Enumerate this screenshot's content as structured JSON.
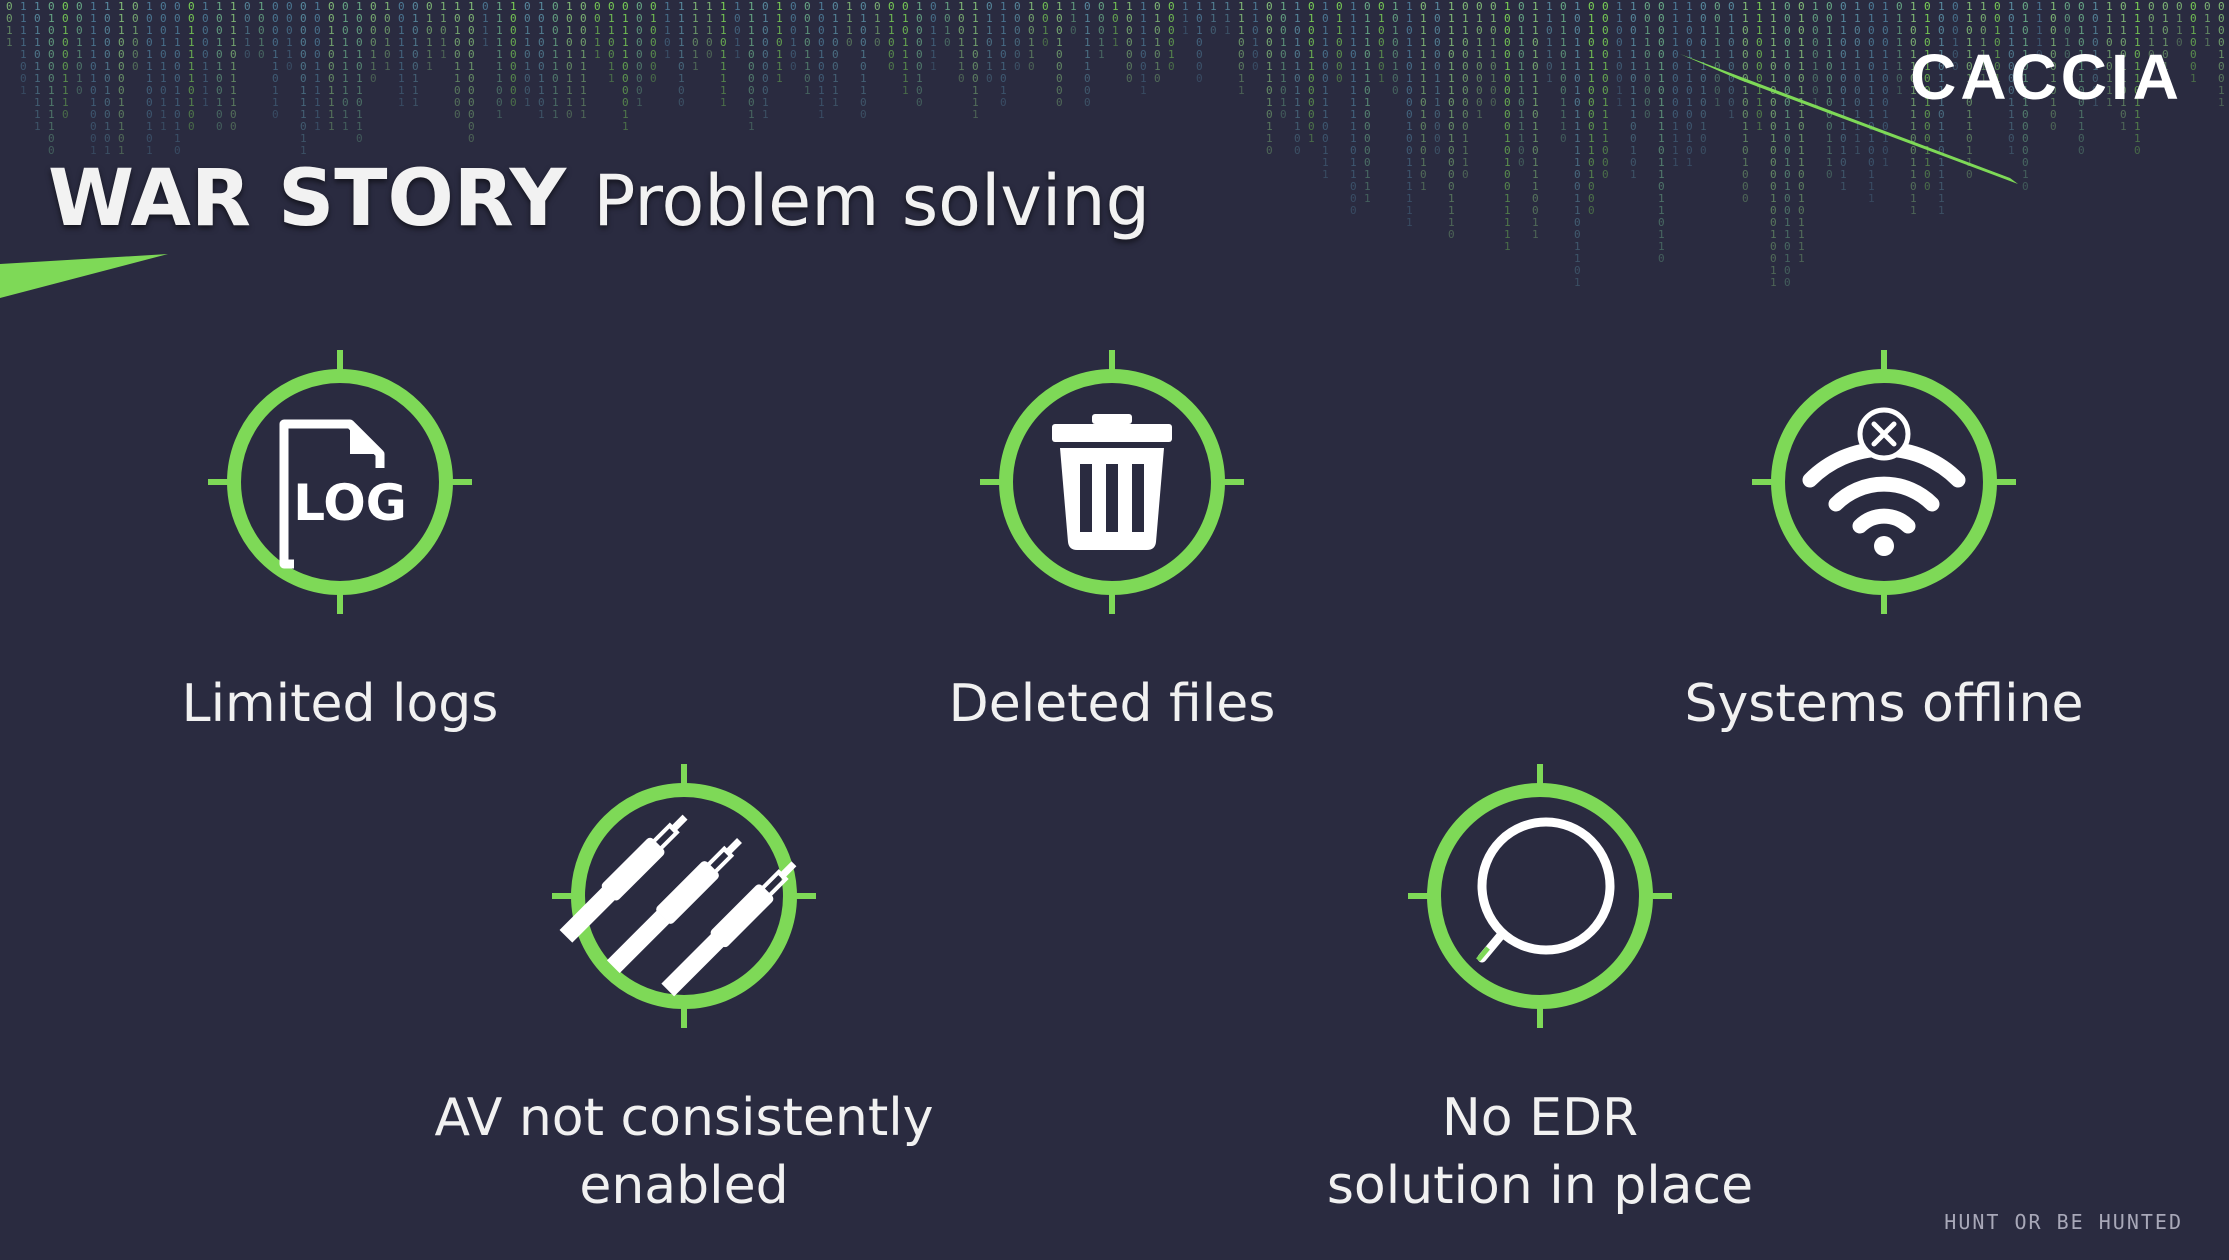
{
  "slide": {
    "title_bold": "WAR STORY",
    "title_light": "Problem solving",
    "logo": "CACCIA",
    "tagline": "HUNT OR BE HUNTED"
  },
  "colors": {
    "background": "#2a2b40",
    "accent_green": "#7ed957",
    "text": "#f2f2f2"
  },
  "items": [
    {
      "icon": "log-file-icon",
      "icon_text": "LOG",
      "label": "Limited logs"
    },
    {
      "icon": "trash-icon",
      "label": "Deleted files"
    },
    {
      "icon": "wifi-offline-icon",
      "label": "Systems offline"
    },
    {
      "icon": "cables-unplugged-icon",
      "label": "AV not consistently\nenabled"
    },
    {
      "icon": "magnifier-icon",
      "label": "No EDR\nsolution in place"
    }
  ]
}
